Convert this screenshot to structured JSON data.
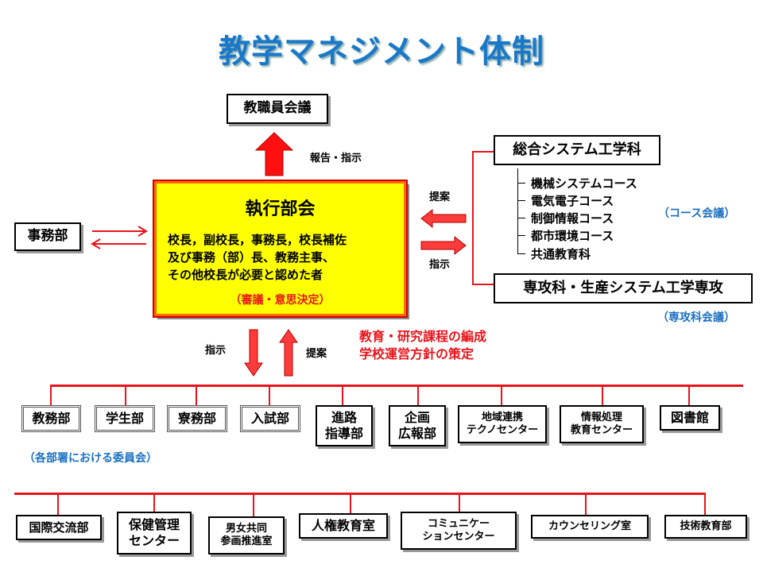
{
  "title": "教学マネジメント体制",
  "top_box": "教職員会議",
  "report_label": "報告・指示",
  "exec": {
    "title": "執行部会",
    "members": [
      "校長，副校長，事務長，校長補佐",
      "及び事務（部）長、教務主事、",
      "その他校長が必要と認めた者"
    ],
    "role": "（審議・意思決定）"
  },
  "left_box": "事務部",
  "right": {
    "propose_label": "提案",
    "instruct_label": "指示",
    "dept_box": "総合システム工学科",
    "courses": [
      "機械システムコース",
      "電気電子コース",
      "制御情報コース",
      "都市環境コース",
      "共通教育科"
    ],
    "course_meeting": "（コース会議）",
    "advanced_box": "専攻科・生産システム工学専攻",
    "advanced_meeting": "（専攻科会議）"
  },
  "lower": {
    "instruct_label": "指示",
    "propose_label": "提案",
    "policy": [
      "教育・研究課程の編成",
      "学校運営方針の策定"
    ]
  },
  "row1": [
    "教務部",
    "学生部",
    "寮務部",
    "入試部",
    "進路\n指導部",
    "企画\n広報部",
    "地域連携\nテクノセンター",
    "情報処理\n教育センター",
    "図書館"
  ],
  "committee_note": "（各部署における委員会）",
  "row2": [
    "国際交流部",
    "保健管理\nセンター",
    "男女共同\n参画推進室",
    "人権教育室",
    "コミュニケー\nションセンター",
    "カウンセリング室",
    "技術教育部"
  ],
  "colors": {
    "title": "#1a78c8",
    "accent_red": "#e8141b",
    "exec_fill": "#ffff00",
    "note_blue": "#1a6fc0"
  }
}
